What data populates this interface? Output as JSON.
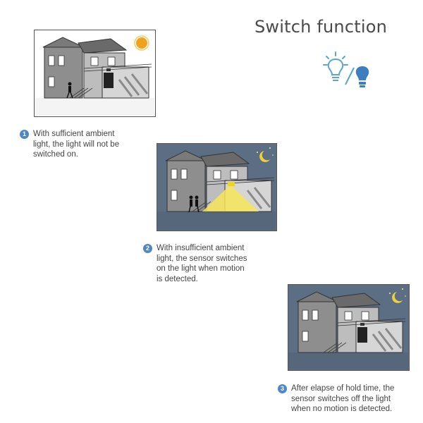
{
  "title": "Switch function",
  "icons": {
    "header": "bulb-on-off-icon",
    "day": "sun-icon",
    "night": "moon-stars-icon"
  },
  "colors": {
    "accent": "#4f86c6",
    "sun": "#f0a21c",
    "night_sky": "#5c6e84",
    "light": "#f7e55a"
  },
  "steps": [
    {
      "number": "1",
      "text": "With sufficient ambient\nlight, the light will not be\nswitched on."
    },
    {
      "number": "2",
      "text": "With insufficient ambient\nlight, the sensor switches\non the light when motion\nis detected."
    },
    {
      "number": "3",
      "text": "After elapse of hold time, the\nsensor switches off the light\nwhen no motion is detected."
    }
  ]
}
